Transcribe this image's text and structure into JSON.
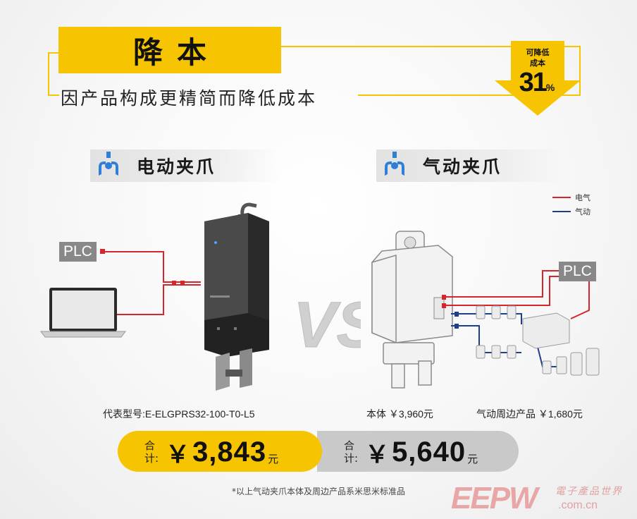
{
  "header": {
    "title": "降本",
    "subtitle": "因产品构成更精简而降低成本"
  },
  "badge": {
    "line1": "可降低",
    "line2": "成本",
    "value": "31",
    "unit": "%"
  },
  "left_section": {
    "label": "电动夹爪",
    "plc": "PLC",
    "model_caption": "代表型号:E-ELGPRS32-100-T0-L5"
  },
  "right_section": {
    "label": "气动夹爪",
    "plc": "PLC",
    "legend_electric": "电气",
    "legend_pneumatic": "气动",
    "body_caption": "本体 ￥3,960元",
    "peripheral_caption": "气动周边产品 ￥1,680元"
  },
  "vs": "VS",
  "totals": {
    "he_top": "合",
    "he_bottom": "计:",
    "yen": "￥",
    "yuan": "元",
    "left_price": "3,843",
    "right_price": "5,640"
  },
  "footnote": "*以上气动夹爪本体及周边产品系米思米标准品",
  "watermark": {
    "brand": "EEPW",
    "cn": "電子產品世界",
    "url": ".com.cn"
  },
  "colors": {
    "accent": "#f6c400",
    "electric_line": "#d6262c",
    "pneumatic_line": "#1f3e8c",
    "icon_blue": "#2f7ed8",
    "plc_box": "#888888"
  }
}
